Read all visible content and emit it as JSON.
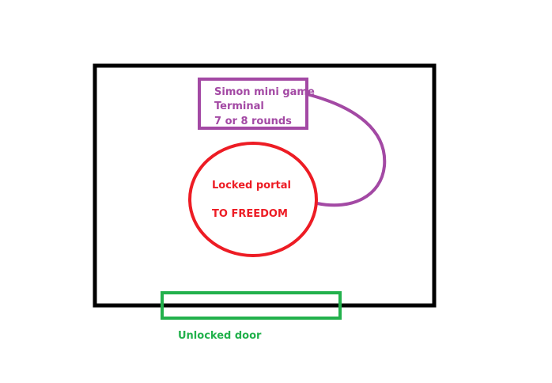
{
  "terminal": {
    "line1": "Simon mini game",
    "line2": "Terminal",
    "line3": "7 or 8 rounds",
    "color": "#a349a4"
  },
  "portal": {
    "line1": "Locked portal",
    "line2": "TO FREEDOM",
    "color": "#ed1c24"
  },
  "door": {
    "label": "Unlocked door",
    "color": "#22b14c"
  },
  "room": {
    "color": "#000000"
  }
}
